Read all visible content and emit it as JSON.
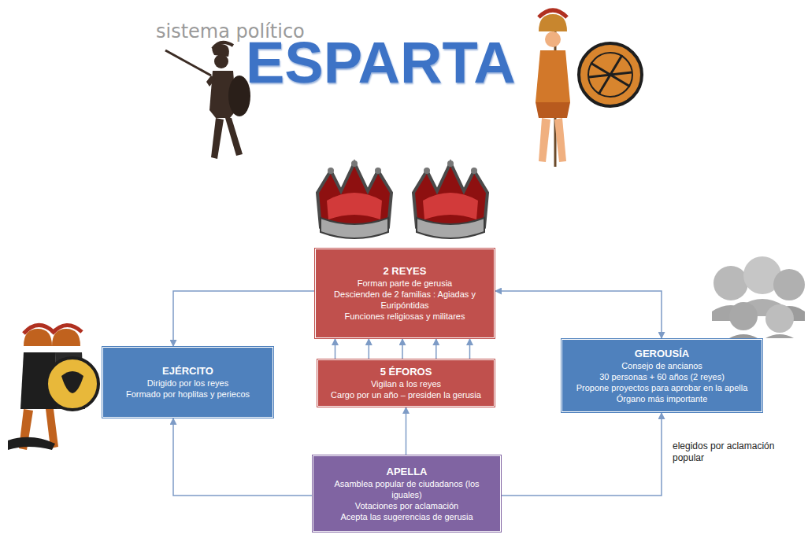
{
  "diagram": {
    "title": "ESPARTA",
    "nodes": [
      {
        "text": [
          "2 REYES",
          "Forman parte de gerusia",
          "Descienden de 2 familias : Agiadas y Euripóntidas",
          "Funciones religiosas y militares"
        ]
      },
      {
        "text": [
          "EJÉRCITO",
          "Dirigido por los reyes",
          "Formado por hoplitas y periecos"
        ]
      },
      {
        "text": [
          "5 ÉFOROS",
          "Vigilan a los reyes",
          "Cargo por un año – presiden la gerusia"
        ]
      },
      {
        "text": [
          "GEROUSÍA",
          "Consejo de ancianos",
          "30 personas + 60 años (2 reyes)",
          "Propone proyectos para aprobar en la apella",
          "Órgano más importante"
        ]
      },
      {
        "text": [
          "APELLA",
          "Asamblea popular de ciudadanos (los iguales)",
          "Votaciones por aclamación",
          "Acepta las sugerencias de gerusia"
        ]
      }
    ],
    "edges": [
      {
        "from": 0,
        "to": 1,
        "arrow": "to"
      },
      {
        "from": 0,
        "to": 3,
        "arrow": "both"
      },
      {
        "from": 2,
        "to": 0,
        "arrow": "to"
      },
      {
        "from": 4,
        "to": 2,
        "arrow": "to"
      },
      {
        "from": 4,
        "to": 1,
        "arrow": "to"
      },
      {
        "from": 4,
        "to": 3,
        "arrow": "to",
        "label": "elegidos por aclamación popular"
      }
    ],
    "labels": [
      "sistema político"
    ]
  }
}
